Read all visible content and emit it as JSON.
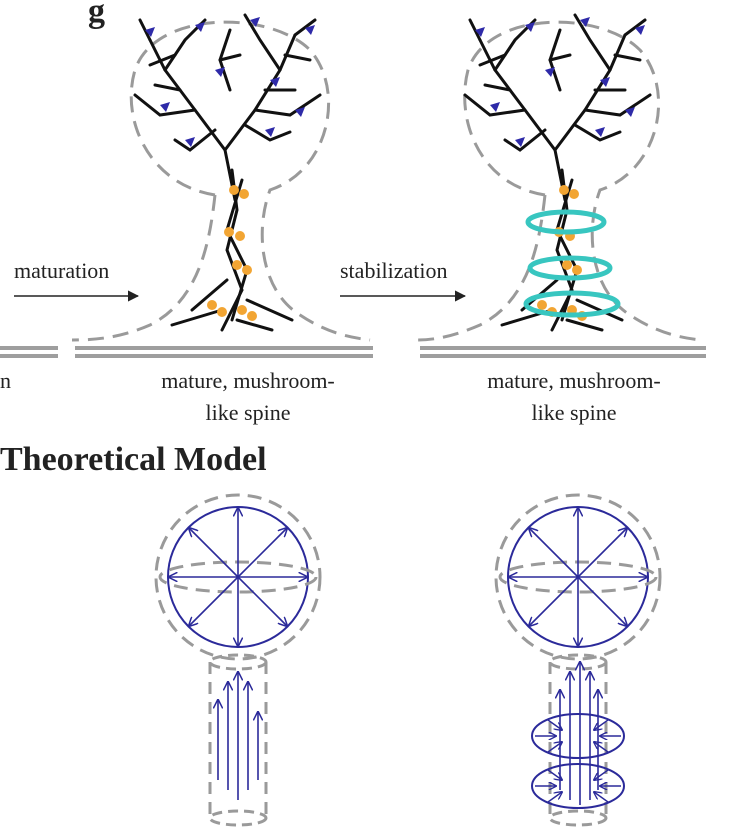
{
  "top": {
    "heading_fragment": "g",
    "left_caption_fragment": "n",
    "arrow_maturation": "maturation",
    "arrow_stabilization": "stabilization",
    "caption_mid_line1": "mature, mushroom-",
    "caption_mid_line2": "like spine",
    "caption_right_line1": "mature, mushroom-",
    "caption_right_line2": "like spine"
  },
  "bottom": {
    "heading": "Theoretical Model"
  },
  "colors": {
    "actin": "#111111",
    "membrane_dash": "#9a9a9a",
    "arp_marker": "#2e2aa8",
    "motor_orange": "#f2a533",
    "ring_cyan": "#38c6c0",
    "vector_blue": "#2b2a9a",
    "baseline": "#9e9e9e"
  }
}
